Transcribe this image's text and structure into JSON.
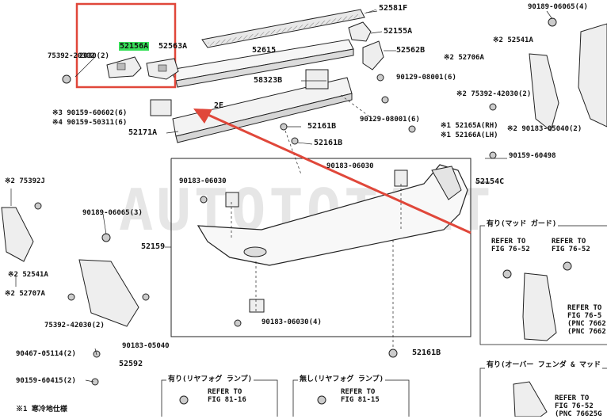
{
  "diagram": {
    "watermark": "AUTOTOTALT",
    "highlight_color": "#39e05a",
    "callout_color": "#e0473a",
    "labels": {
      "p52581F": "52581F",
      "p90189_06065_4": "90189-06065(4)",
      "p52155A": "52155A",
      "p52156A": "52156A",
      "p52563A": "52563A",
      "p75392_20302": "75392-20302",
      "p2030_2": "2030(2)",
      "p52615": "52615",
      "p52562B": "52562B",
      "p52541A_r": "※2 52541A",
      "p52706A": "※2 52706A",
      "p58323B": "58323B",
      "p90129_08001_6a": "90129-08001(6)",
      "p2E": "2E",
      "p275392_42030": "※2 75392-42030(2)",
      "p90159_60602": "※3 90159-60602(6)",
      "p90159_50311": "※4 90159-50311(6)",
      "p52171A": "52171A",
      "p52161B_a": "52161B",
      "p90129_08001_6b": "90129-08001(6)",
      "p52165A": "※1 52165A(RH)",
      "p52166A": "※1 52166A(LH)",
      "p90183_05040_2r": "※2 90183-05040(2)",
      "p52161B_b": "52161B",
      "p90159_60498": "90159-60498",
      "p90183_06030_a": "90183-06030",
      "p52154C": "52154C",
      "p75392J": "※2 75392J",
      "p90183_06030_b": "90183-06030",
      "p90189_06065_3": "90189-06065(3)",
      "p52159": "52159",
      "p52541A_l": "※2 52541A",
      "p52707A": "※2 52707A",
      "p75392_42030_2l": "75392-42030(2)",
      "p90183_05040": "90183-05040",
      "p90183_06030_4": "90183-06030(4)",
      "p90467_05114": "90467-05114(2)",
      "p52592": "52592",
      "p52161B_c": "52161B",
      "p90159_60415": "90159-60415(2)",
      "mudguard_title": "有り(マッド ガード)",
      "refer_7652_a1": "REFER TO",
      "refer_7652_a2": "FIG 76-52",
      "refer_7652_b1": "REFER TO",
      "refer_7652_b2": "FIG 76-52",
      "refer_7652_c1": "REFER TO",
      "refer_7652_c2": "FIG 76-5",
      "refer_7652_c3": "(PNC 7662",
      "refer_7652_c4": "(PNC 7662",
      "overfender_title": "有り(オーバー フェンダ & マッド",
      "refer_7652_d1": "REFER TO",
      "refer_7652_d2": "FIG 76-52",
      "refer_7652_d3": "(PNC 76625G",
      "foglamp_yes": "有り(リヤフォグ ランプ)",
      "foglamp_no": "無し(リヤフォグ ランプ)",
      "refer_8116_a1": "REFER TO",
      "refer_8116_a2": "FIG 81-16",
      "refer_8115_b1": "REFER TO",
      "refer_8115_b2": "FIG 81-15",
      "footnote": "※1 寒冷地仕様"
    }
  }
}
